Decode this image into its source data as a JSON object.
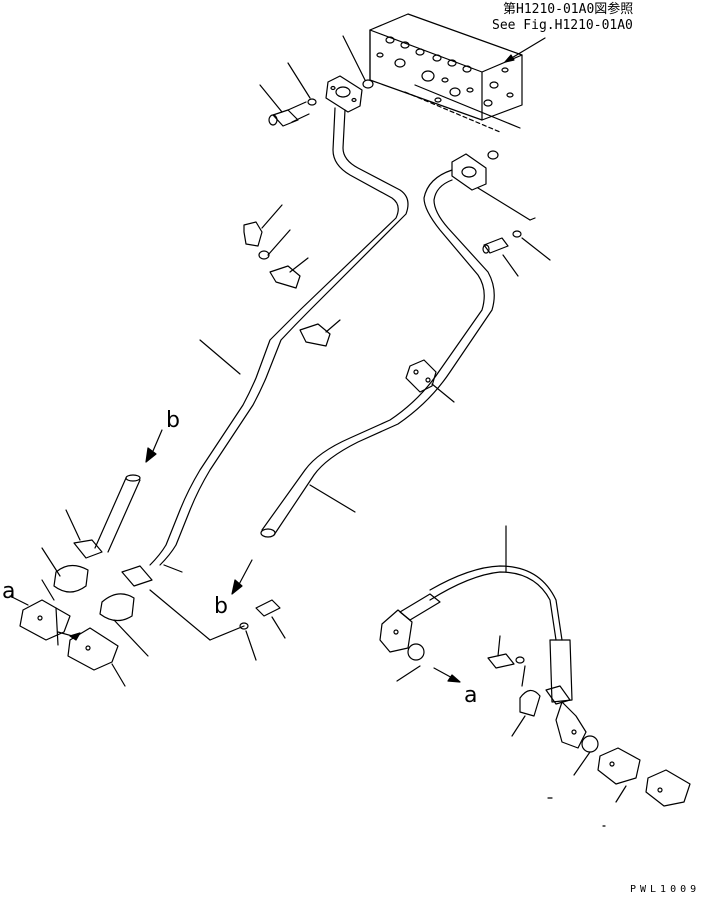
{
  "reference": {
    "japanese": "第H1210-01A0図参照",
    "english": "See Fig.H1210-01A0"
  },
  "view_markers": {
    "a_left": "a",
    "a_right": "a",
    "b_top": "b",
    "b_bottom": "b"
  },
  "drawing_code": "PWL1009",
  "colors": {
    "line": "#000000",
    "background": "#ffffff"
  }
}
